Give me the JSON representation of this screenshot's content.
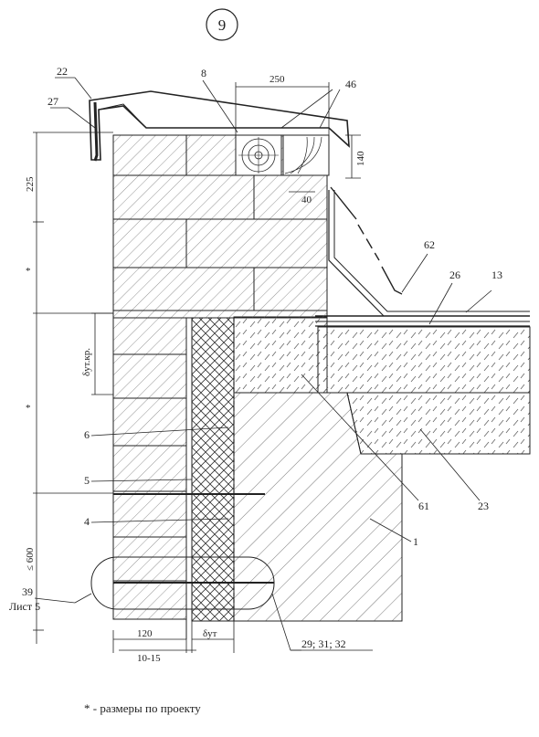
{
  "detail_number": "9",
  "labels": {
    "l22": "22",
    "l27": "27",
    "l8": "8",
    "l46": "46",
    "l62": "62",
    "l26": "26",
    "l13": "13",
    "l6": "6",
    "l5": "5",
    "l4": "4",
    "l61": "61",
    "l23": "23",
    "l1": "1",
    "l39": "39",
    "sheet": "Лист 5",
    "l29": "29; 31; 32"
  },
  "dimensions": {
    "d250": "250",
    "d140": "140",
    "d40": "40",
    "d225": "225",
    "star1": "*",
    "star2": "*",
    "d600": "≤ 600",
    "d_ins_kr": "δут.кр.",
    "d120": "120",
    "d_ins": "δут",
    "d1015": "10-15"
  },
  "footnote": "* - размеры по проекту",
  "colors": {
    "line": "#222222",
    "hatch": "#555555",
    "paper": "#ffffff"
  }
}
